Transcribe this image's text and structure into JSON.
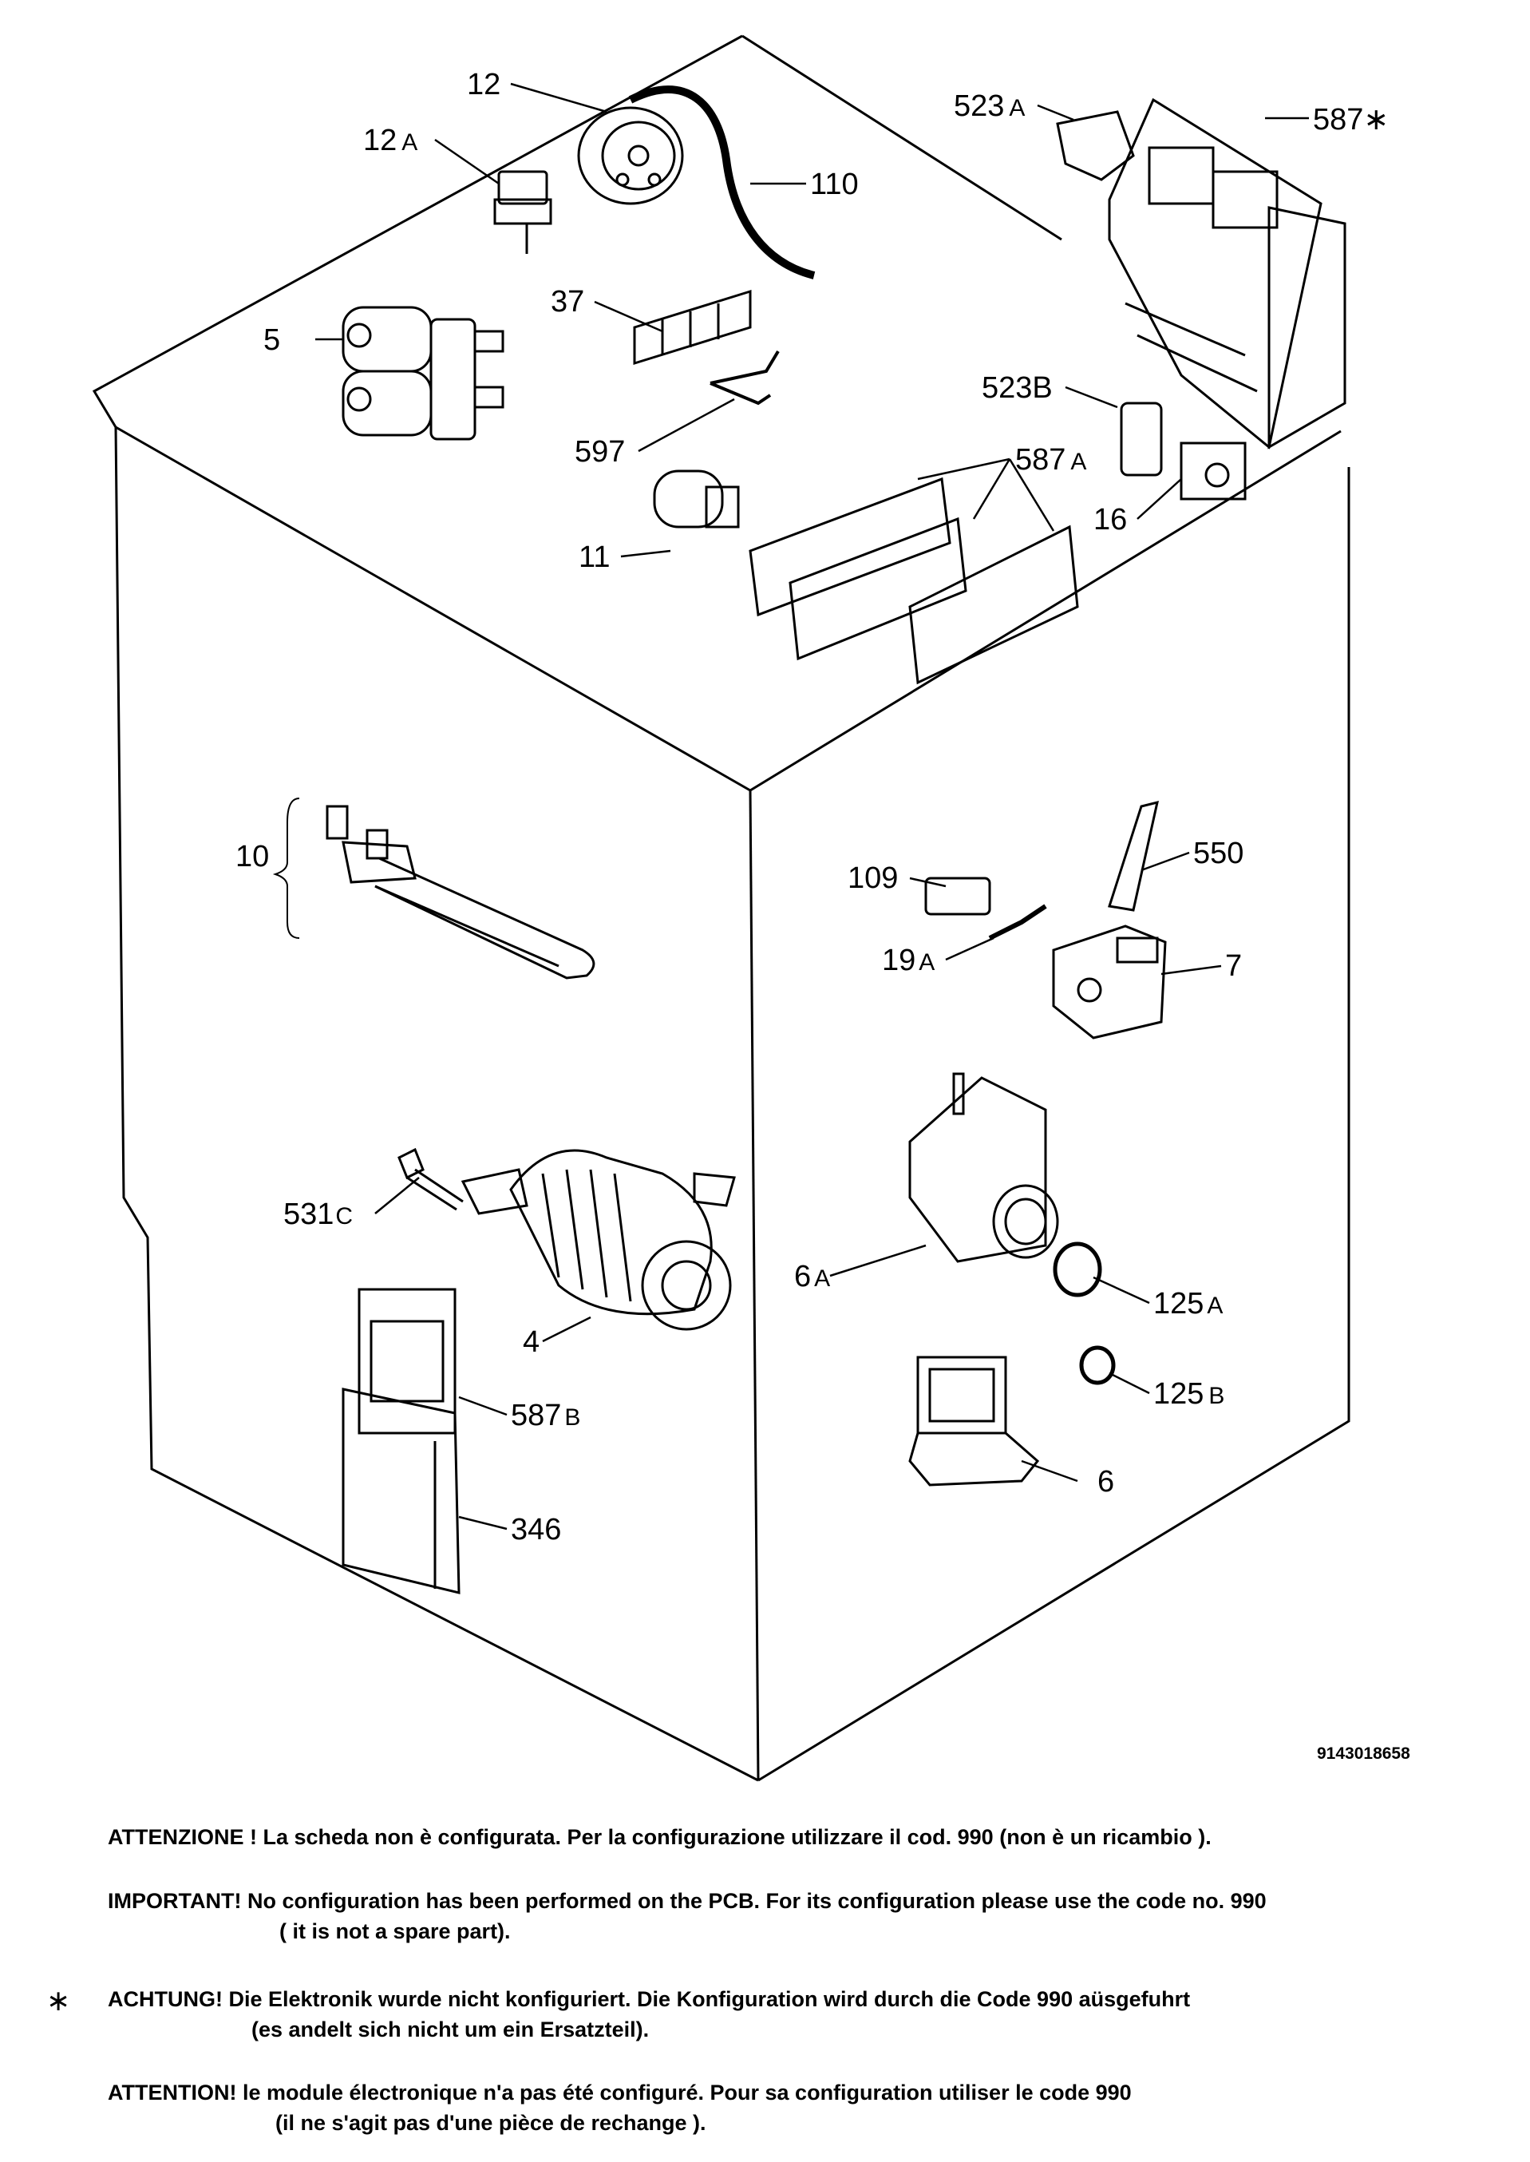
{
  "diagram": {
    "labels": [
      {
        "id": "12",
        "text": "12",
        "suffix": ""
      },
      {
        "id": "12A",
        "text": "12",
        "suffix": "A"
      },
      {
        "id": "110",
        "text": "110",
        "suffix": ""
      },
      {
        "id": "5",
        "text": "5",
        "suffix": ""
      },
      {
        "id": "37",
        "text": "37",
        "suffix": ""
      },
      {
        "id": "597",
        "text": "597",
        "suffix": ""
      },
      {
        "id": "11",
        "text": "11",
        "suffix": ""
      },
      {
        "id": "523A",
        "text": "523",
        "suffix": "A"
      },
      {
        "id": "587star",
        "text": "587∗",
        "suffix": ""
      },
      {
        "id": "523B",
        "text": "523B",
        "suffix": ""
      },
      {
        "id": "587A",
        "text": "587",
        "suffix": "A"
      },
      {
        "id": "16",
        "text": "16",
        "suffix": ""
      },
      {
        "id": "10",
        "text": "10",
        "suffix": ""
      },
      {
        "id": "109",
        "text": "109",
        "suffix": ""
      },
      {
        "id": "550",
        "text": "550",
        "suffix": ""
      },
      {
        "id": "19A",
        "text": "19",
        "suffix": "A"
      },
      {
        "id": "7",
        "text": "7",
        "suffix": ""
      },
      {
        "id": "531C",
        "text": "531",
        "suffix": "C"
      },
      {
        "id": "6A",
        "text": "6",
        "suffix": "A"
      },
      {
        "id": "125A",
        "text": "125",
        "suffix": "A"
      },
      {
        "id": "4",
        "text": "4",
        "suffix": ""
      },
      {
        "id": "125B",
        "text": "125",
        "suffix": "B"
      },
      {
        "id": "587B",
        "text": "587",
        "suffix": "B"
      },
      {
        "id": "6",
        "text": "6",
        "suffix": ""
      },
      {
        "id": "346",
        "text": "346",
        "suffix": ""
      }
    ],
    "document_number": "9143018658"
  },
  "notes": {
    "it": {
      "line1": "ATTENZIONE ! La scheda non è configurata. Per la configurazione utilizzare il cod. 990 (non è un ricambio )."
    },
    "en": {
      "line1": "IMPORTANT! No configuration has been performed on the PCB. For its configuration please use the code no. 990",
      "line2": "( it is not a spare part)."
    },
    "de": {
      "marker": "∗",
      "line1": "ACHTUNG! Die Elektronik wurde nicht konfiguriert. Die Konfiguration wird durch die Code 990 aüsgefuhrt",
      "line2": "(es andelt sich nicht um ein Ersatzteil)."
    },
    "fr": {
      "line1": "ATTENTION! le module électronique n'a pas été configuré. Pour  sa configuration utiliser le code 990",
      "line2": "(il ne s'agit pas d'une pièce de rechange )."
    }
  }
}
